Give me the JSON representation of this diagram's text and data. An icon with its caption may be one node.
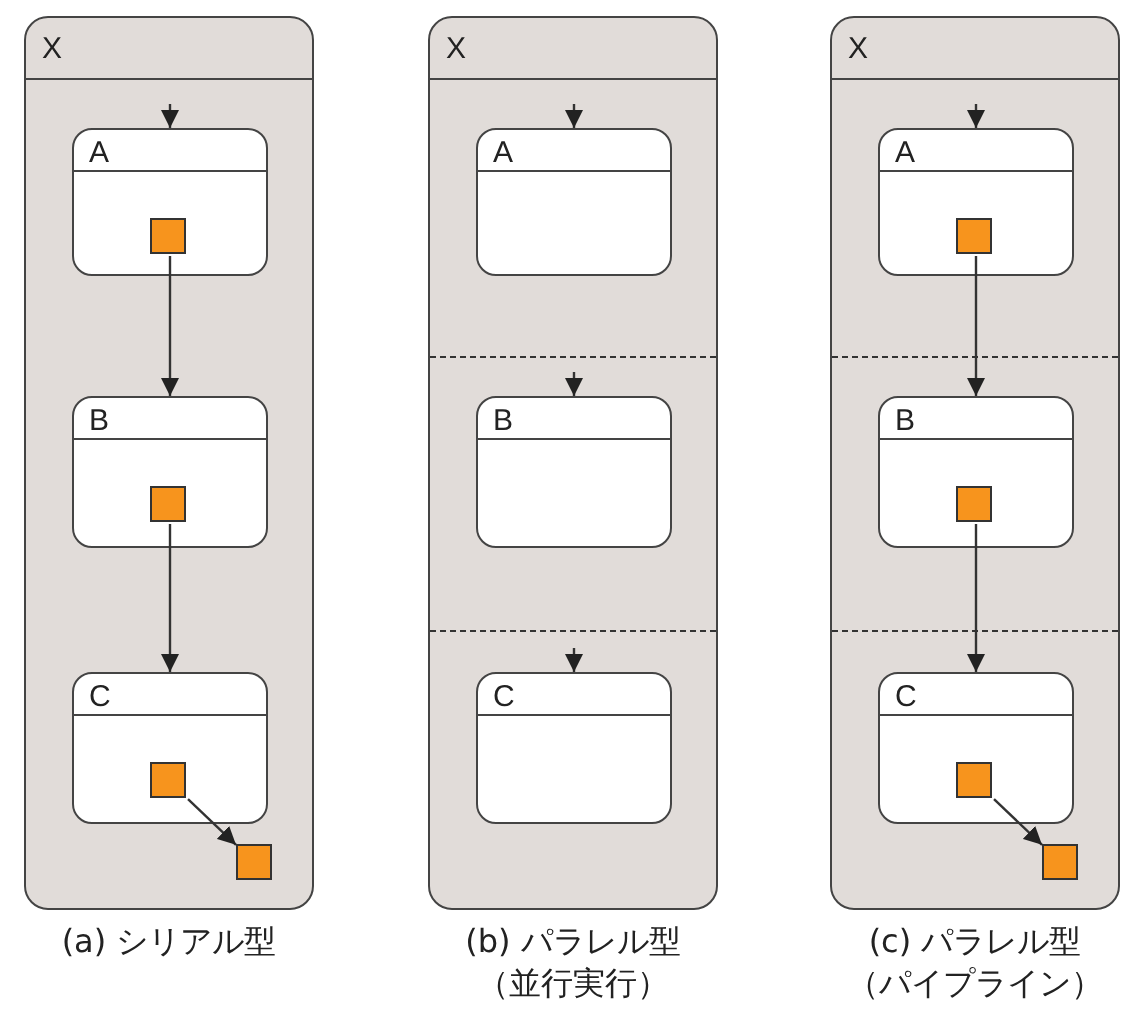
{
  "diagram": {
    "nodes": [
      {
        "text": [
          "X"
        ],
        "beside": [
          "(a) シリアル型"
        ]
      },
      {
        "text": [
          "A"
        ],
        "in": 0
      },
      {
        "text": [],
        "shape": "box",
        "in": 1
      },
      {
        "text": [
          "B"
        ],
        "in": 0
      },
      {
        "text": [],
        "shape": "box",
        "in": 3
      },
      {
        "text": [
          "C"
        ],
        "in": 0
      },
      {
        "text": [],
        "shape": "box",
        "in": 5
      },
      {
        "text": [],
        "shape": "box",
        "in": 0
      },
      {
        "text": [
          "X"
        ],
        "beside": [
          "(b) パラレル型",
          "（並行実行）"
        ]
      },
      {
        "text": [
          "A"
        ],
        "in": 8
      },
      {
        "text": [
          "B"
        ],
        "in": 8
      },
      {
        "text": [
          "C"
        ],
        "in": 8
      },
      {
        "text": [
          "X"
        ],
        "beside": [
          "(c) パラレル型",
          "（パイプライン）"
        ]
      },
      {
        "text": [
          "A"
        ],
        "in": 12
      },
      {
        "text": [],
        "shape": "box",
        "in": 13
      },
      {
        "text": [
          "B"
        ],
        "in": 12
      },
      {
        "text": [],
        "shape": "box",
        "in": 15
      },
      {
        "text": [
          "C"
        ],
        "in": 12
      },
      {
        "text": [],
        "shape": "box",
        "in": 17
      },
      {
        "text": [],
        "shape": "box",
        "in": 12
      }
    ],
    "edges": [
      {
        "from": null,
        "to": 1,
        "arrow": "to"
      },
      {
        "from": 2,
        "to": 3,
        "arrow": "to"
      },
      {
        "from": 4,
        "to": 5,
        "arrow": "to"
      },
      {
        "from": 6,
        "to": 7,
        "arrow": "to"
      },
      {
        "from": null,
        "to": 9,
        "arrow": "to"
      },
      {
        "from": null,
        "to": 10,
        "arrow": "to"
      },
      {
        "from": null,
        "to": 11,
        "arrow": "to"
      },
      {
        "from": null,
        "to": 13,
        "arrow": "to"
      },
      {
        "from": 14,
        "to": 15,
        "arrow": "to"
      },
      {
        "from": 16,
        "to": 17,
        "arrow": "to"
      },
      {
        "from": 18,
        "to": 19,
        "arrow": "to"
      }
    ]
  }
}
